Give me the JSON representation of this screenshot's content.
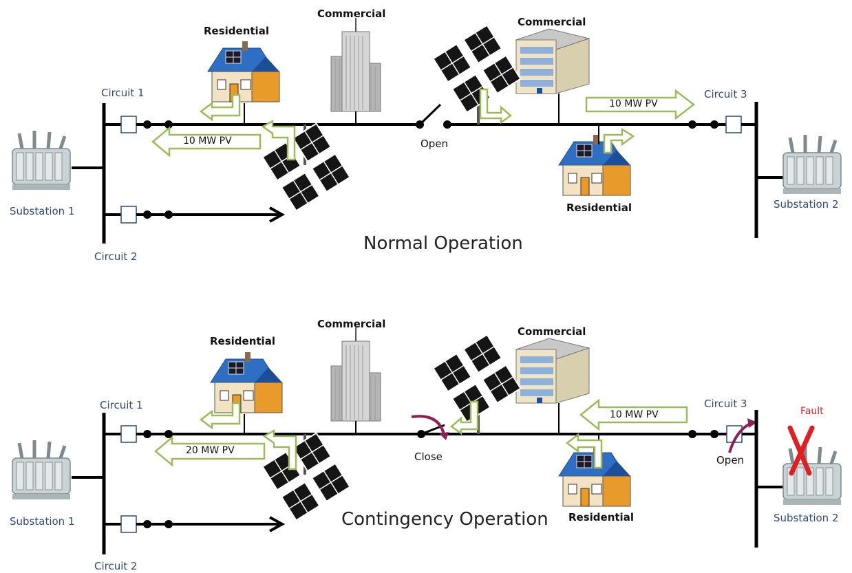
{
  "normal": {
    "title": "Normal Operation",
    "labels": {
      "circuit1": "Circuit 1",
      "circuit2": "Circuit 2",
      "circuit3": "Circuit 3",
      "substation1": "Substation 1",
      "substation2": "Substation 2",
      "residential_left": "Residential",
      "commercial_left": "Commercial",
      "commercial_right": "Commercial",
      "residential_right": "Residential",
      "switch_state": "Open",
      "pv_left": "10 MW PV",
      "pv_right": "10 MW PV"
    }
  },
  "contingency": {
    "title": "Contingency Operation",
    "labels": {
      "circuit1": "Circuit 1",
      "circuit2": "Circuit 2",
      "circuit3": "Circuit 3",
      "substation1": "Substation 1",
      "substation2": "Substation 2",
      "residential_left": "Residential",
      "commercial_left": "Commercial",
      "commercial_right": "Commercial",
      "residential_right": "Residential",
      "switch_state": "Close",
      "breaker_state": "Open",
      "fault": "Fault",
      "pv_left": "20 MW PV",
      "pv_right": "10 MW PV"
    }
  },
  "colors": {
    "line": "#000000",
    "arrow_outline": "#9bbb59",
    "switch_arrow": "#8b2252",
    "fault_x": "#e02020",
    "roof": "#2e6fc4",
    "house_wall": "#f1e3c4",
    "circuit_text": "#2e4a7a"
  }
}
